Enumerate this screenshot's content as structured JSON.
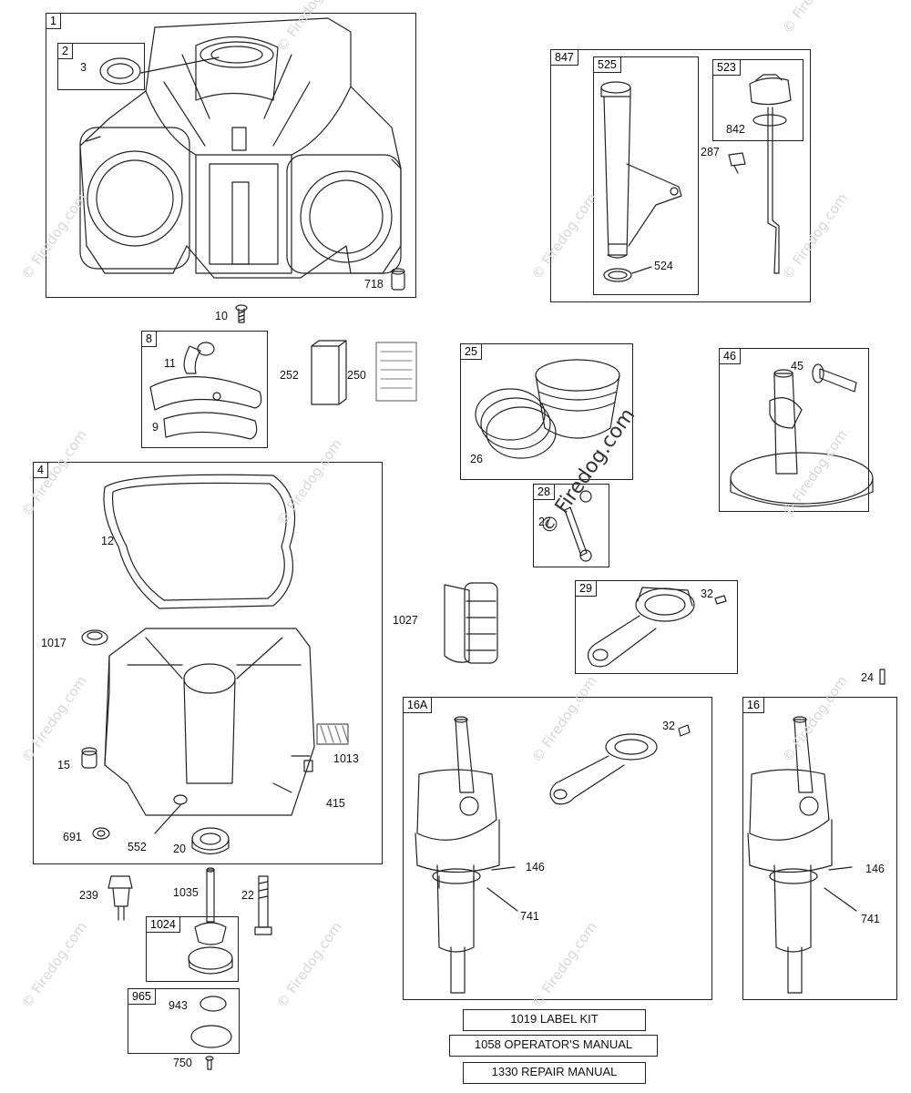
{
  "watermark": "© Firedog.com",
  "stamp": "© Firedog.com",
  "groups": {
    "g1": "1",
    "g2": "2",
    "g847": "847",
    "g525": "525",
    "g523": "523",
    "g8": "8",
    "g25": "25",
    "g46": "46",
    "g4": "4",
    "g28": "28",
    "g29": "29",
    "g16a": "16A",
    "g16": "16",
    "g1024": "1024",
    "g965": "965"
  },
  "parts": {
    "p3": "3",
    "p718": "718",
    "p10": "10",
    "p842": "842",
    "p287": "287",
    "p524": "524",
    "p11": "11",
    "p9": "9",
    "p252": "252",
    "p250": "250",
    "p26": "26",
    "p45": "45",
    "p27": "27",
    "p12": "12",
    "p1027": "1027",
    "p32a": "32",
    "p1017": "1017",
    "p24": "24",
    "p15": "15",
    "p1013": "1013",
    "p415": "415",
    "p691": "691",
    "p552": "552",
    "p20": "20",
    "p32b": "32",
    "p146a": "146",
    "p741a": "741",
    "p146b": "146",
    "p741b": "741",
    "p239": "239",
    "p1035": "1035",
    "p22": "22",
    "p943": "943",
    "p750": "750"
  },
  "documents": {
    "label_kit": "1019 LABEL KIT",
    "operators_manual": "1058 OPERATOR'S MANUAL",
    "repair_manual": "1330 REPAIR MANUAL"
  }
}
